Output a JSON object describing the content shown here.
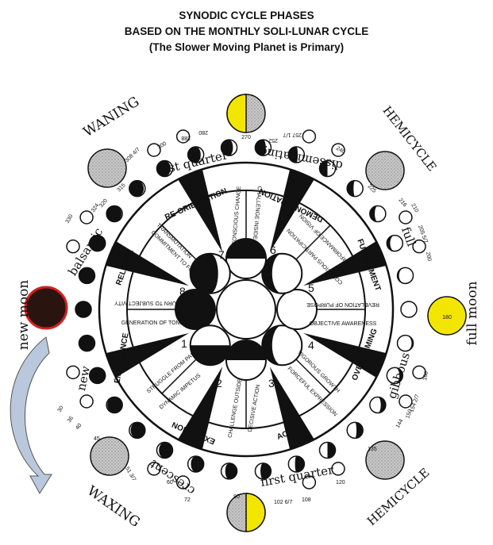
{
  "title": {
    "line1": "SYNODIC CYCLE PHASES",
    "line2": "BASED ON THE MONTHLY SOLI-LUNAR CYCLE",
    "line3": "(The Slower Moving Planet is Primary)"
  },
  "corners": {
    "top_left": "WANING",
    "top_right": "HEMICYCLE",
    "bottom_left": "WAXING",
    "bottom_right": "HEMICYCLE"
  },
  "moons": {
    "new_moon": "new moon",
    "full_moon": "full moon",
    "full_moon_degree": "180",
    "first_quarter_degree": "90",
    "last_quarter_degree": "270",
    "colors": {
      "lit": "#f2e600",
      "dark": "#2a1410",
      "rim": "#d42020",
      "arrow": "#b9c8dc"
    }
  },
  "phase_names": {
    "new": "new",
    "crescent": "crescent",
    "first_quarter": "first quarter",
    "gibbous": "gibbous",
    "full": "full",
    "disseminating": "disseminating",
    "last_quarter": "last quarter",
    "balsamic": "balsamic"
  },
  "ring_words": {
    "emergence": "EMERGENCE",
    "expansion": "EXPANSION",
    "action": "ACTION",
    "overcoming": "OVERCOMING",
    "fulfillment": "FULFILLMENT",
    "demonstration": "DEMONSTRATION",
    "reorientation": "RE-ORIENTATION",
    "release": "RELEASE"
  },
  "spoke_phrases": {
    "s1": "GENERATION OF TONE",
    "s2": "STRUGGLE FROM PAST",
    "s3": "DYNAMIC IMPETUS",
    "s4": "CHALLENGE OUTSIDE",
    "s5": "DECISIVE ACTION",
    "s6": "FORCEFUL EXPRESSION",
    "s7": "VIGOROUS GROWTH",
    "s8": "OBJECTIVE AWARENESS",
    "s9": "REVELATION OF PURPOSE",
    "s10": "CONSCIOUS PARTICIPATION",
    "s11": "PERFORMANCE OF VISION",
    "s12": "CHALLENGE INSIDE",
    "s13": "CONSCIOUS CHANGE",
    "s14": "TRANSMUTATION",
    "s15": "COMMITMENT TO FUTURE",
    "s16": "RETURN TO SUBJECTIVITY"
  },
  "sector_numbers": [
    "1",
    "2",
    "3",
    "4",
    "5",
    "6",
    "7",
    "8"
  ],
  "degree_labels": {
    "d30": "30",
    "d36": "36",
    "d40": "40",
    "d45": "45",
    "d51": "51 3/7",
    "d60": "60",
    "d72": "72",
    "d102": "102 6/7",
    "d108": "108",
    "d120": "120",
    "d135": "135",
    "d144": "144",
    "d150": "150",
    "d154": "154 2/7",
    "d160": "160",
    "d200": "200",
    "d205": "205 5/7",
    "d210": "210",
    "d216": "216",
    "d225": "225",
    "d240": "240",
    "d252": "252",
    "d257": "257 1/7",
    "d280": "280",
    "d288": "288",
    "d300": "300",
    "d308": "308 4/7",
    "d315": "315",
    "d320": "320",
    "d324": "324",
    "d330": "330"
  }
}
